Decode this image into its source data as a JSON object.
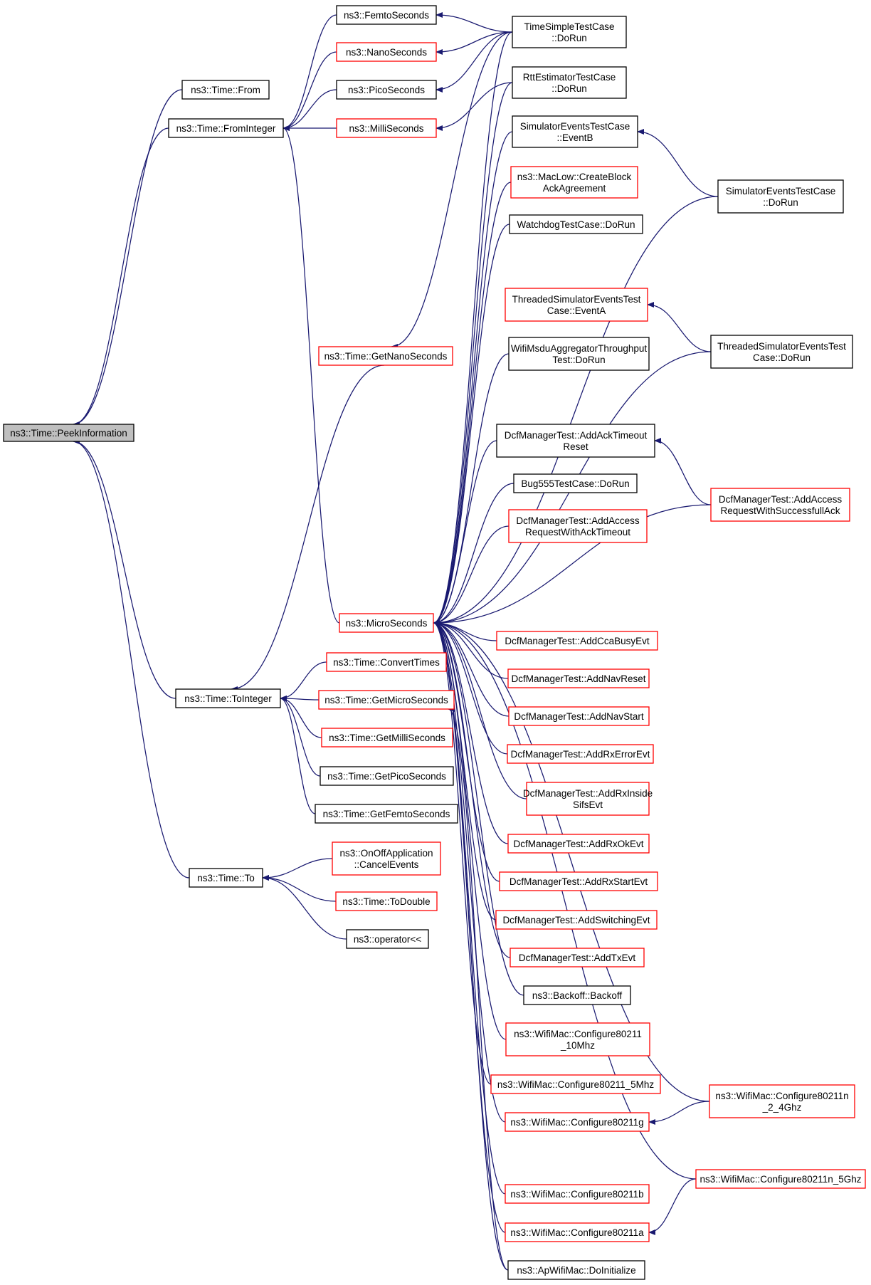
{
  "colors": {
    "edge": "#191970",
    "node_fill": "#ffffff",
    "root_fill": "#bfbfbf",
    "border_black": "#000000",
    "border_red": "#ff0000"
  },
  "nodes": [
    {
      "id": "peek",
      "lines": [
        "ns3::Time::PeekInformation"
      ],
      "border": "black",
      "fill": "root"
    },
    {
      "id": "from",
      "lines": [
        "ns3::Time::From"
      ],
      "border": "black"
    },
    {
      "id": "fromint",
      "lines": [
        "ns3::Time::FromInteger"
      ],
      "border": "black"
    },
    {
      "id": "femto",
      "lines": [
        "ns3::FemtoSeconds"
      ],
      "border": "black"
    },
    {
      "id": "nano",
      "lines": [
        "ns3::NanoSeconds"
      ],
      "border": "red"
    },
    {
      "id": "pico",
      "lines": [
        "ns3::PicoSeconds"
      ],
      "border": "black"
    },
    {
      "id": "milli",
      "lines": [
        "ns3::MilliSeconds"
      ],
      "border": "red"
    },
    {
      "id": "tst",
      "lines": [
        "TimeSimpleTestCase",
        "::DoRun"
      ],
      "border": "black"
    },
    {
      "id": "rtt",
      "lines": [
        "RttEstimatorTestCase",
        "::DoRun"
      ],
      "border": "black"
    },
    {
      "id": "seb",
      "lines": [
        "SimulatorEventsTestCase",
        "::EventB"
      ],
      "border": "black"
    },
    {
      "id": "macb",
      "lines": [
        "ns3::MacLow::CreateBlock",
        "AckAgreement"
      ],
      "border": "red"
    },
    {
      "id": "wdog",
      "lines": [
        "WatchdogTestCase::DoRun"
      ],
      "border": "black"
    },
    {
      "id": "sedr",
      "lines": [
        "SimulatorEventsTestCase",
        "::DoRun"
      ],
      "border": "black"
    },
    {
      "id": "tsea",
      "lines": [
        "ThreadedSimulatorEventsTest",
        "Case::EventA"
      ],
      "border": "red"
    },
    {
      "id": "wifim",
      "lines": [
        "WifiMsduAggregatorThroughput",
        "Test::DoRun"
      ],
      "border": "black"
    },
    {
      "id": "tsedr",
      "lines": [
        "ThreadedSimulatorEventsTest",
        "Case::DoRun"
      ],
      "border": "black"
    },
    {
      "id": "getnano",
      "lines": [
        "ns3::Time::GetNanoSeconds"
      ],
      "border": "red"
    },
    {
      "id": "dcfackto",
      "lines": [
        "DcfManagerTest::AddAckTimeout",
        "Reset"
      ],
      "border": "black"
    },
    {
      "id": "bug555",
      "lines": [
        "Bug555TestCase::DoRun"
      ],
      "border": "black"
    },
    {
      "id": "dcfreqto",
      "lines": [
        "DcfManagerTest::AddAccess",
        "RequestWithAckTimeout"
      ],
      "border": "red"
    },
    {
      "id": "dcfreqok",
      "lines": [
        "DcfManagerTest::AddAccess",
        "RequestWithSuccessfullAck"
      ],
      "border": "red"
    },
    {
      "id": "micro",
      "lines": [
        "ns3::MicroSeconds"
      ],
      "border": "red"
    },
    {
      "id": "cca",
      "lines": [
        "DcfManagerTest::AddCcaBusyEvt"
      ],
      "border": "red"
    },
    {
      "id": "navr",
      "lines": [
        "DcfManagerTest::AddNavReset"
      ],
      "border": "red"
    },
    {
      "id": "navs",
      "lines": [
        "DcfManagerTest::AddNavStart"
      ],
      "border": "red"
    },
    {
      "id": "rxerr",
      "lines": [
        "DcfManagerTest::AddRxErrorEvt"
      ],
      "border": "red"
    },
    {
      "id": "rxins",
      "lines": [
        "DcfManagerTest::AddRxInside",
        "SifsEvt"
      ],
      "border": "red"
    },
    {
      "id": "rxok",
      "lines": [
        "DcfManagerTest::AddRxOkEvt"
      ],
      "border": "red"
    },
    {
      "id": "rxst",
      "lines": [
        "DcfManagerTest::AddRxStartEvt"
      ],
      "border": "red"
    },
    {
      "id": "sw",
      "lines": [
        "DcfManagerTest::AddSwitchingEvt"
      ],
      "border": "red"
    },
    {
      "id": "tx",
      "lines": [
        "DcfManagerTest::AddTxEvt"
      ],
      "border": "red"
    },
    {
      "id": "backoff",
      "lines": [
        "ns3::Backoff::Backoff"
      ],
      "border": "black"
    },
    {
      "id": "c10",
      "lines": [
        "ns3::WifiMac::Configure80211",
        "_10Mhz"
      ],
      "border": "red"
    },
    {
      "id": "c5",
      "lines": [
        "ns3::WifiMac::Configure80211_5Mhz"
      ],
      "border": "red"
    },
    {
      "id": "cg",
      "lines": [
        "ns3::WifiMac::Configure80211g"
      ],
      "border": "red"
    },
    {
      "id": "cn24",
      "lines": [
        "ns3::WifiMac::Configure80211n",
        "_2_4Ghz"
      ],
      "border": "red"
    },
    {
      "id": "cn5",
      "lines": [
        "ns3::WifiMac::Configure80211n_5Ghz"
      ],
      "border": "red"
    },
    {
      "id": "cb",
      "lines": [
        "ns3::WifiMac::Configure80211b"
      ],
      "border": "red"
    },
    {
      "id": "ca",
      "lines": [
        "ns3::WifiMac::Configure80211a"
      ],
      "border": "red"
    },
    {
      "id": "apinit",
      "lines": [
        "ns3::ApWifiMac::DoInitialize"
      ],
      "border": "black"
    },
    {
      "id": "toint",
      "lines": [
        "ns3::Time::ToInteger"
      ],
      "border": "black"
    },
    {
      "id": "conv",
      "lines": [
        "ns3::Time::ConvertTimes"
      ],
      "border": "red"
    },
    {
      "id": "getmicro",
      "lines": [
        "ns3::Time::GetMicroSeconds"
      ],
      "border": "red"
    },
    {
      "id": "getmilli",
      "lines": [
        "ns3::Time::GetMilliSeconds"
      ],
      "border": "red"
    },
    {
      "id": "getpico",
      "lines": [
        "ns3::Time::GetPicoSeconds"
      ],
      "border": "black"
    },
    {
      "id": "getfemto",
      "lines": [
        "ns3::Time::GetFemtoSeconds"
      ],
      "border": "black"
    },
    {
      "id": "to",
      "lines": [
        "ns3::Time::To"
      ],
      "border": "black"
    },
    {
      "id": "onoff",
      "lines": [
        "ns3::OnOffApplication",
        "::CancelEvents"
      ],
      "border": "red"
    },
    {
      "id": "todouble",
      "lines": [
        "ns3::Time::ToDouble"
      ],
      "border": "red"
    },
    {
      "id": "oplt",
      "lines": [
        "ns3::operator<<"
      ],
      "border": "black"
    }
  ],
  "edges": [
    {
      "from": "from",
      "to": "peek"
    },
    {
      "from": "fromint",
      "to": "peek"
    },
    {
      "from": "toint",
      "to": "peek"
    },
    {
      "from": "to",
      "to": "peek"
    },
    {
      "from": "femto",
      "to": "fromint"
    },
    {
      "from": "nano",
      "to": "fromint"
    },
    {
      "from": "pico",
      "to": "fromint"
    },
    {
      "from": "milli",
      "to": "fromint"
    },
    {
      "from": "micro",
      "to": "fromint"
    },
    {
      "from": "tst",
      "to": "femto"
    },
    {
      "from": "tst",
      "to": "nano"
    },
    {
      "from": "tst",
      "to": "pico"
    },
    {
      "from": "rtt",
      "to": "milli"
    },
    {
      "from": "tst",
      "to": "getnano"
    },
    {
      "from": "tst",
      "to": "micro"
    },
    {
      "from": "rtt",
      "to": "micro"
    },
    {
      "from": "seb",
      "to": "micro"
    },
    {
      "from": "macb",
      "to": "micro"
    },
    {
      "from": "wdog",
      "to": "micro"
    },
    {
      "from": "sedr",
      "to": "micro"
    },
    {
      "from": "wifim",
      "to": "micro"
    },
    {
      "from": "tsedr",
      "to": "micro"
    },
    {
      "from": "dcfackto",
      "to": "micro"
    },
    {
      "from": "bug555",
      "to": "micro"
    },
    {
      "from": "dcfreqto",
      "to": "micro"
    },
    {
      "from": "dcfreqok",
      "to": "micro"
    },
    {
      "from": "cn24",
      "to": "micro"
    },
    {
      "from": "cca",
      "to": "micro"
    },
    {
      "from": "navr",
      "to": "micro"
    },
    {
      "from": "navs",
      "to": "micro"
    },
    {
      "from": "rxerr",
      "to": "micro"
    },
    {
      "from": "rxins",
      "to": "micro"
    },
    {
      "from": "rxok",
      "to": "micro"
    },
    {
      "from": "rxst",
      "to": "micro"
    },
    {
      "from": "sw",
      "to": "micro"
    },
    {
      "from": "tx",
      "to": "micro"
    },
    {
      "from": "backoff",
      "to": "micro"
    },
    {
      "from": "c10",
      "to": "micro"
    },
    {
      "from": "c5",
      "to": "micro"
    },
    {
      "from": "cg",
      "to": "micro"
    },
    {
      "from": "cn5",
      "to": "micro"
    },
    {
      "from": "cb",
      "to": "micro"
    },
    {
      "from": "ca",
      "to": "micro"
    },
    {
      "from": "apinit",
      "to": "micro"
    },
    {
      "from": "sedr",
      "to": "seb"
    },
    {
      "from": "tsedr",
      "to": "tsea"
    },
    {
      "from": "dcfreqok",
      "to": "dcfackto"
    },
    {
      "from": "cn24",
      "to": "cg"
    },
    {
      "from": "cn5",
      "to": "ca"
    },
    {
      "from": "getnano",
      "to": "toint"
    },
    {
      "from": "conv",
      "to": "toint"
    },
    {
      "from": "getmicro",
      "to": "toint"
    },
    {
      "from": "getmilli",
      "to": "toint"
    },
    {
      "from": "getpico",
      "to": "toint"
    },
    {
      "from": "getfemto",
      "to": "toint"
    },
    {
      "from": "apinit",
      "to": "getmicro"
    },
    {
      "from": "onoff",
      "to": "to"
    },
    {
      "from": "todouble",
      "to": "to"
    },
    {
      "from": "oplt",
      "to": "to"
    }
  ]
}
